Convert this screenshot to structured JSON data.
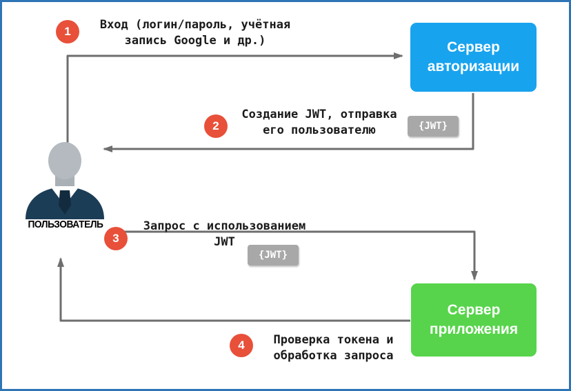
{
  "diagram_type": "flow",
  "steps": [
    {
      "number": "1",
      "label": "Вход (логин/пароль, учётная\nзапись Google и др.)"
    },
    {
      "number": "2",
      "label": "Создание JWT, отправка\nего пользователю"
    },
    {
      "number": "3",
      "label": "Запрос с использованием\nJWT"
    },
    {
      "number": "4",
      "label": "Проверка токена и\nобработка запроса"
    }
  ],
  "nodes": {
    "auth_server_label": "Сервер\nавторизации",
    "app_server_label": "Сервер\nприложения",
    "user_label": "ПОЛЬЗОВАТЕЛЬ"
  },
  "jwt_token_label": "{JWT}",
  "colors": {
    "border": "#2f75b6",
    "auth_server": "#18a3ee",
    "app_server": "#57d44b",
    "step_badge": "#e8503a",
    "jwt_badge": "#a8a8a8",
    "arrow": "#6e6e6e",
    "avatar_head": "#b4bac0",
    "avatar_suit": "#1c3d56"
  }
}
